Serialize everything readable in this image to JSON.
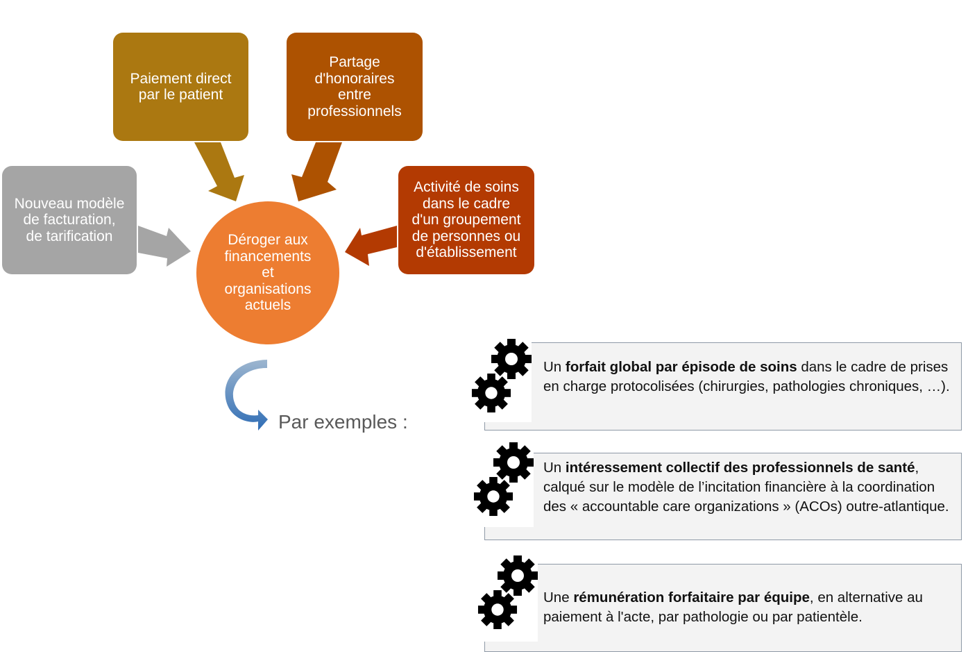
{
  "diagram": {
    "center": "Déroger aux\nfinancements\net\norganisations\nactuels",
    "sources": [
      {
        "label": "Paiement direct\npar le patient",
        "color": "#AB7811"
      },
      {
        "label": "Partage\nd'honoraires\nentre\nprofessionnels",
        "color": "#AD5201"
      },
      {
        "label": "Nouveau modèle\nde facturation,\nde tarification",
        "color": "#A5A5A5"
      },
      {
        "label": "Activité de soins\ndans le cadre\nd'un groupement\nde personnes ou\nd'établissement",
        "color": "#B33A02"
      }
    ],
    "center_color": "#ED7D31"
  },
  "examples_label": "Par exemples  :",
  "examples": [
    {
      "pre": "Un ",
      "bold": "forfait global par épisode de soins",
      "post": " dans le cadre de prises en charge protocolisées (chirurgies, pathologies chroniques, …)."
    },
    {
      "pre": "Un ",
      "bold": "intéressement collectif des professionnels de santé",
      "post": ", calqué sur le modèle de l’incitation financière à la coordination des « accountable care organizations » (ACOs) outre-atlantique."
    },
    {
      "pre": "Une ",
      "bold": "rémunération forfaitaire par équipe",
      "post": ", en alternative au paiement à l'acte, par pathologie ou par patientèle."
    }
  ]
}
